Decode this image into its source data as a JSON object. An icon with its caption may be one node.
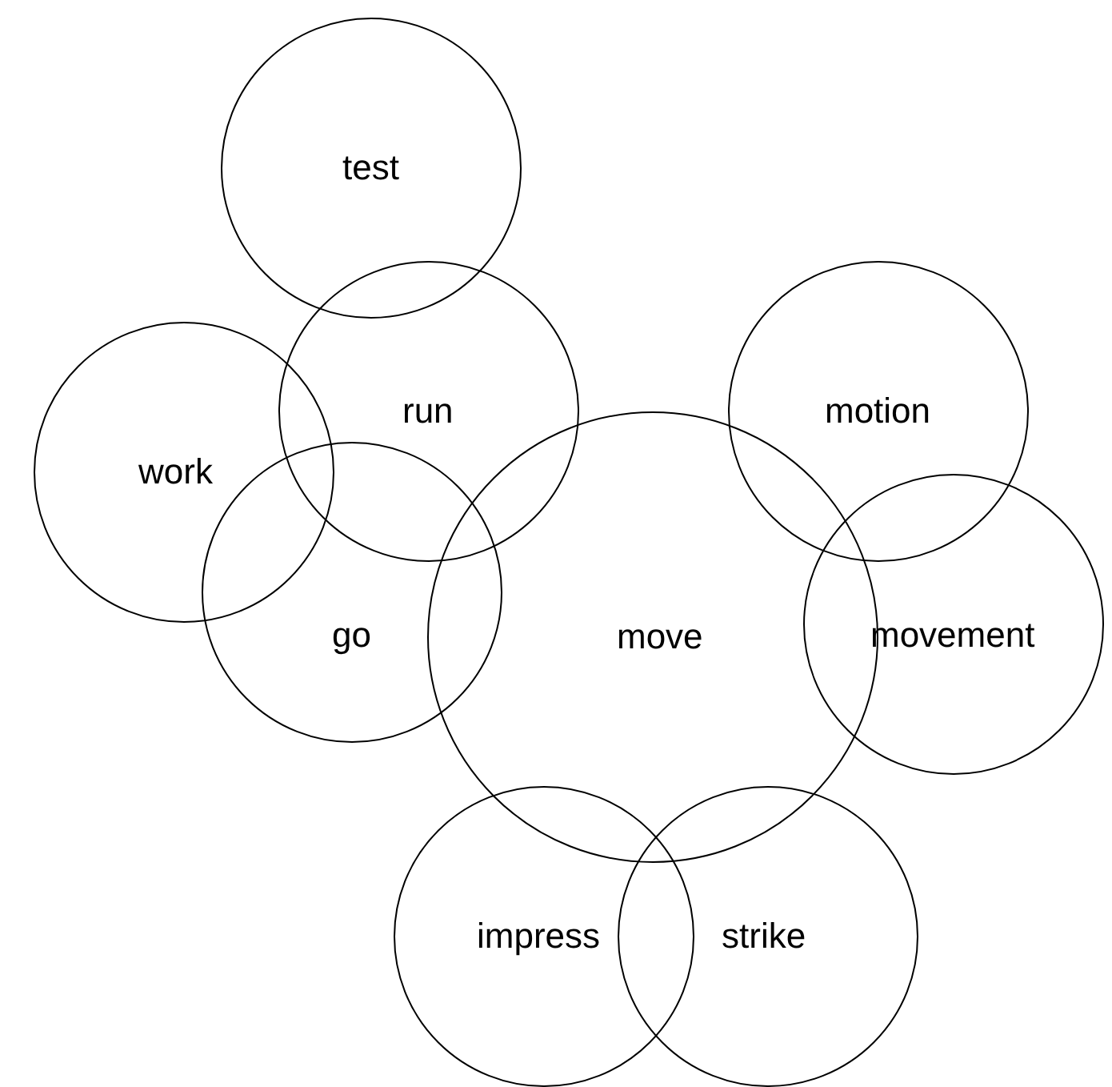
{
  "diagram": {
    "nodes": [
      {
        "text": [
          "test"
        ]
      },
      {
        "text": [
          "run"
        ]
      },
      {
        "text": [
          "motion"
        ]
      },
      {
        "text": [
          "work"
        ]
      },
      {
        "text": [
          "go"
        ]
      },
      {
        "text": [
          "move"
        ]
      },
      {
        "text": [
          "movement"
        ]
      },
      {
        "text": [
          "impress"
        ]
      },
      {
        "text": [
          "strike"
        ]
      }
    ]
  }
}
